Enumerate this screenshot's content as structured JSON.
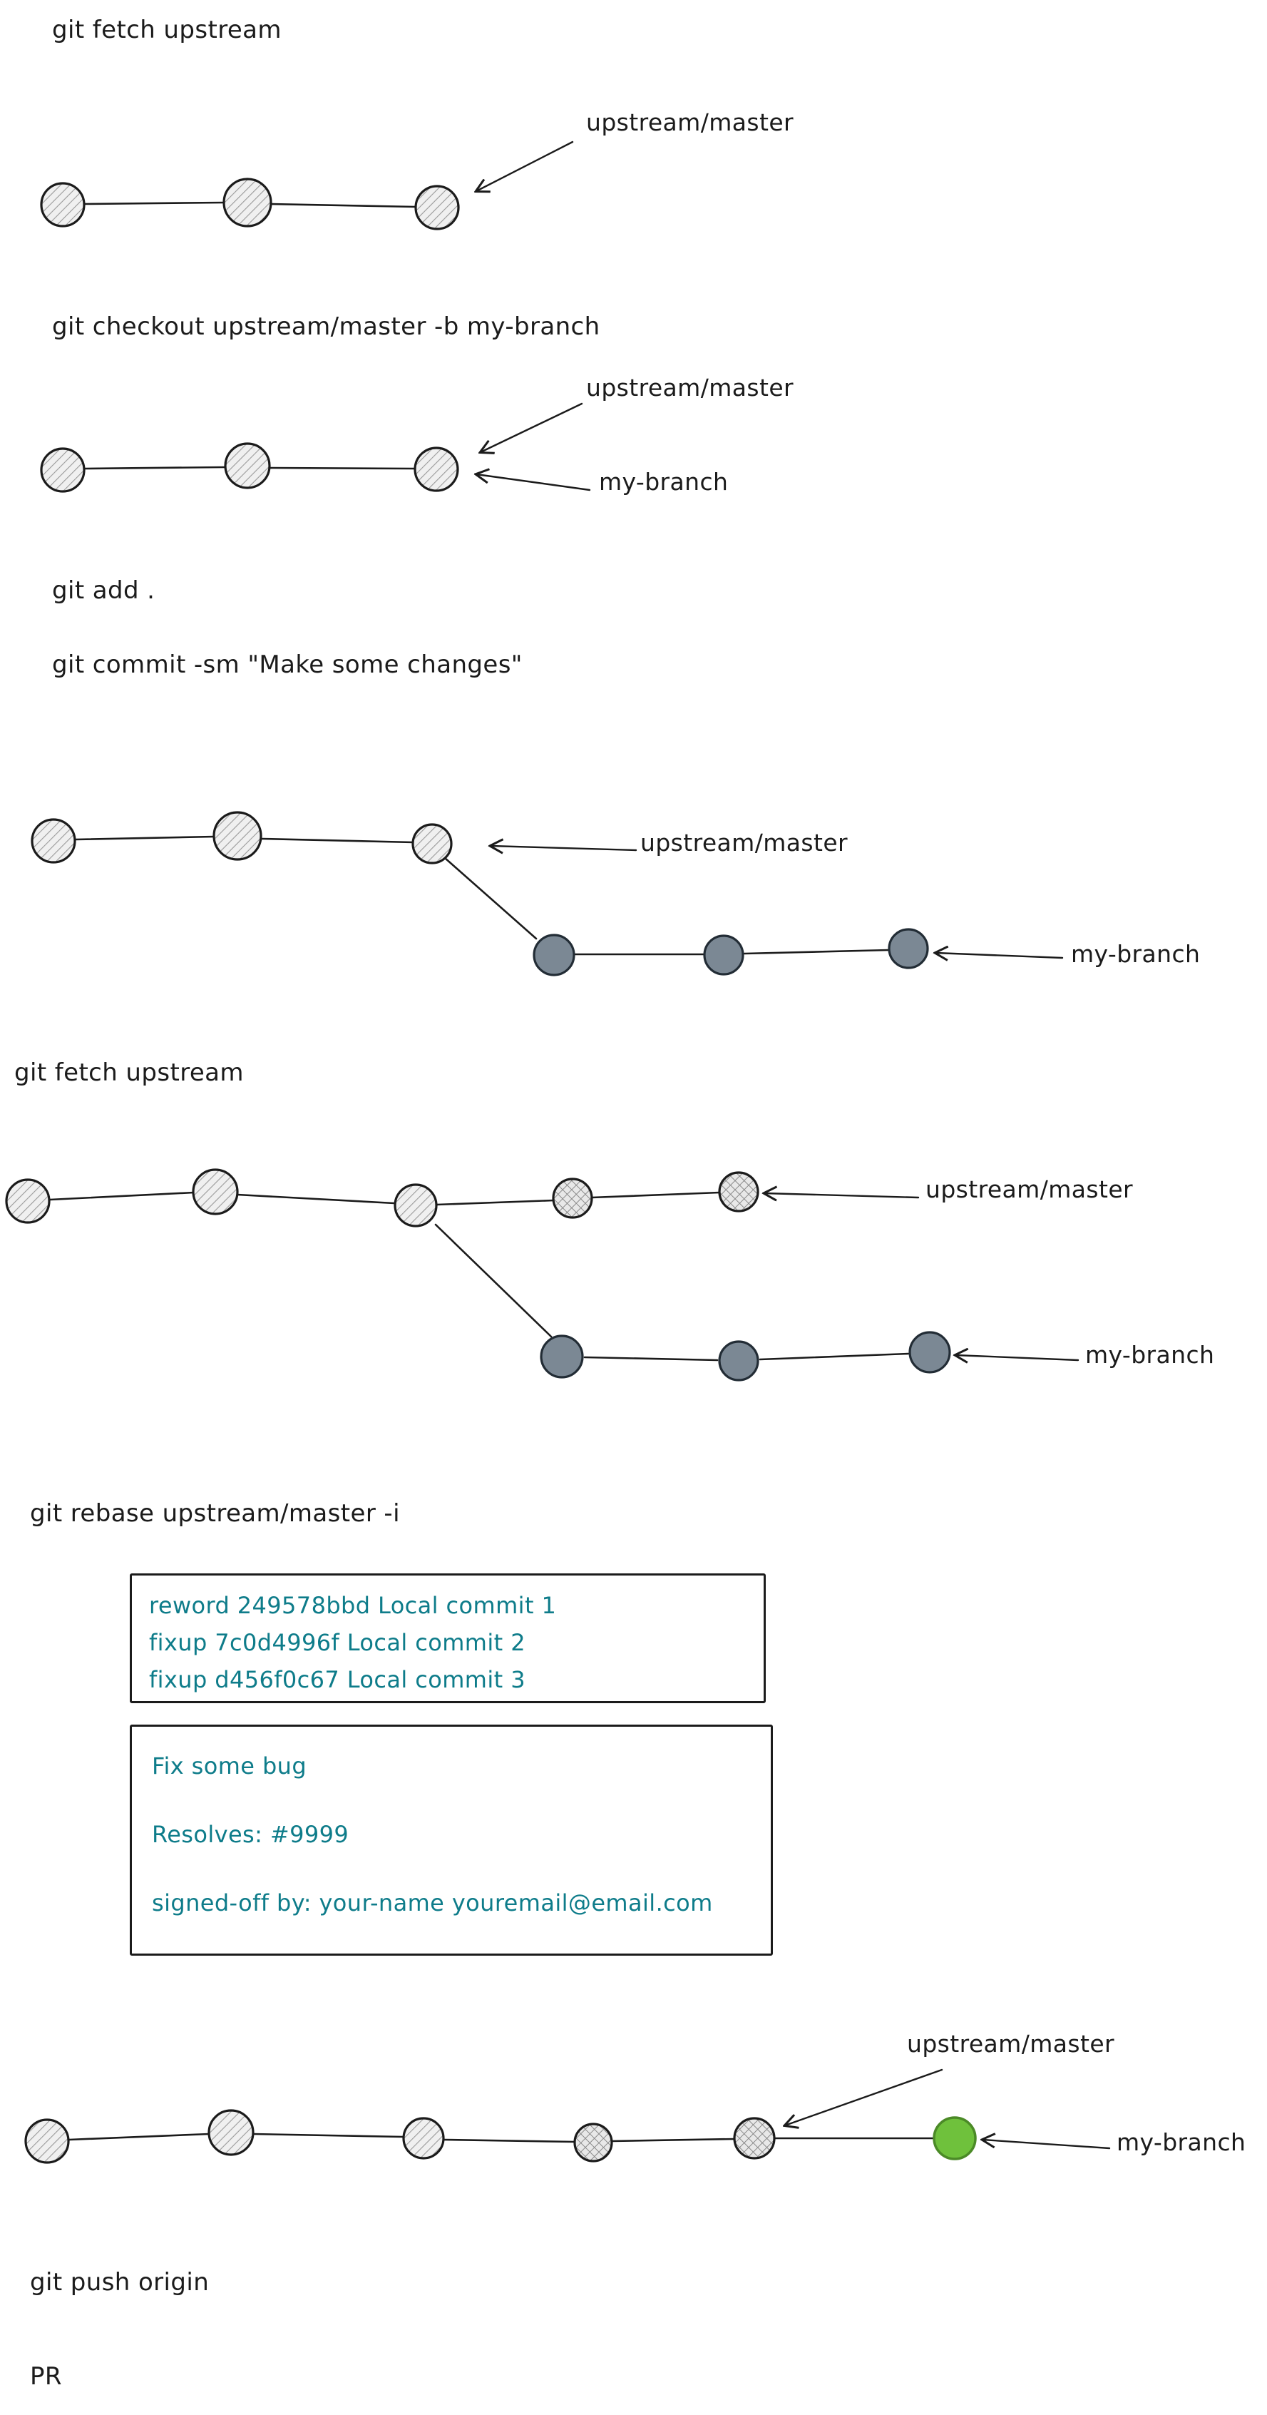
{
  "colors": {
    "ink": "#1b1b1b",
    "teal": "#0e7c8a",
    "commit-dark": "#7b8894",
    "commit-green": "#6fc13c",
    "commit-green-stroke": "#4b8a27"
  },
  "commands": {
    "fetch1": "git fetch upstream",
    "checkout": "git checkout upstream/master -b my-branch",
    "add": "git add .",
    "commit": "git commit -sm \"Make some changes\"",
    "fetch2": "git fetch upstream",
    "rebase": "git rebase upstream/master -i",
    "push": "git push origin",
    "pr": "PR"
  },
  "labels": {
    "upstream_master": "upstream/master",
    "my_branch": "my-branch"
  },
  "rebase_todo": {
    "lines": [
      "reword 249578bbd Local commit 1",
      "fixup 7c0d4996f Local commit 2",
      "fixup d456f0c67 Local commit 3"
    ]
  },
  "commit_message": {
    "lines": [
      "Fix some bug",
      "Resolves: #9999",
      "signed-off by: your-name youremail@email.com"
    ]
  }
}
